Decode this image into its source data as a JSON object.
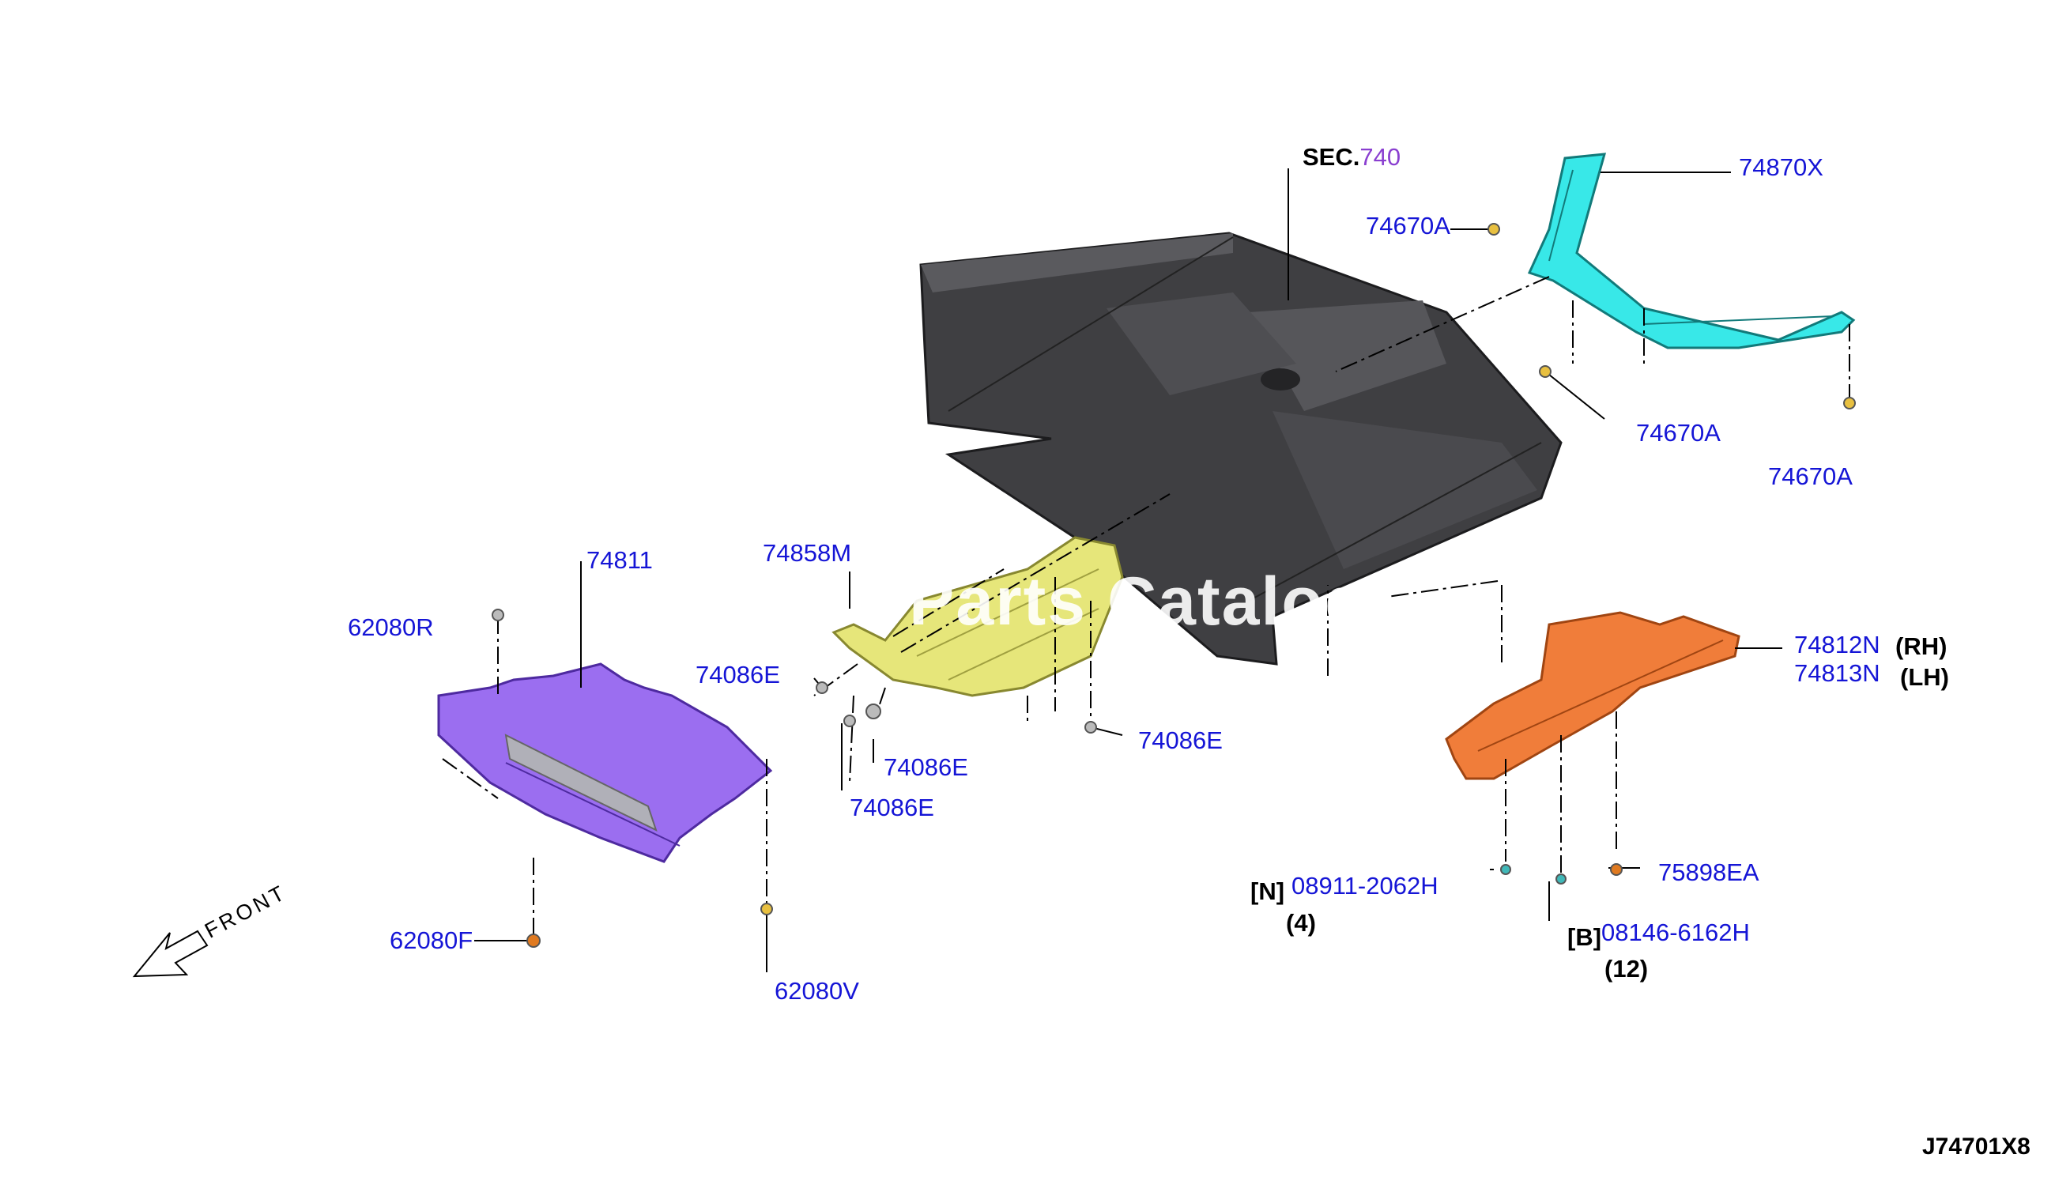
{
  "sec": {
    "prefix": "SEC.",
    "number": "740"
  },
  "labels": {
    "p74870X": "74870X",
    "p74670A_1": "74670A",
    "p74670A_2": "74670A",
    "p74670A_3": "74670A",
    "p74811": "74811",
    "p62080R": "62080R",
    "p74858M": "74858M",
    "p74086E_1": "74086E",
    "p74086E_2": "74086E",
    "p74086E_3": "74086E",
    "p74086E_4": "74086E",
    "p74812N": "74812N",
    "p74813N": "74813N",
    "rh": "(RH)",
    "lh": "(LH)",
    "p62080F": "62080F",
    "p62080V": "62080V",
    "n_tag": "[N]",
    "p08911": "08911-2062H",
    "qty4": "(4)",
    "p75898EA": "75898EA",
    "b_tag": "[B]",
    "p08146": "08146-6162H",
    "qty12": "(12)"
  },
  "front_label": "FRONT",
  "diagram_code": "J74701X8",
  "watermark": "Parts Catalog",
  "colors": {
    "label_blue": "#1515d6",
    "floor_gray": "#3f3f42",
    "member_cyan": "#38e8e8",
    "cover_purple": "#9b6ef0",
    "insulator_yellow": "#e6e67a",
    "cover_orange": "#f07d3a",
    "sec_purple": "#8a3fd0"
  }
}
